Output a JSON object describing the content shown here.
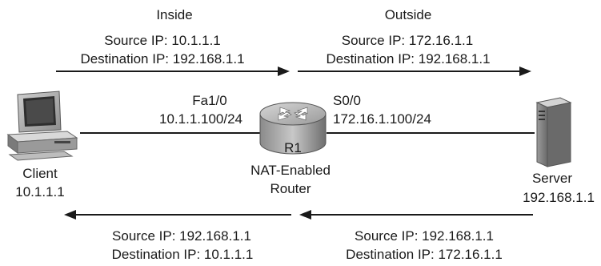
{
  "inside": {
    "heading": "Inside",
    "source": "Source IP: 10.1.1.1",
    "destination": "Destination IP: 192.168.1.1"
  },
  "outside": {
    "heading": "Outside",
    "source": "Source IP: 172.16.1.1",
    "destination": "Destination IP: 192.168.1.1"
  },
  "router": {
    "label": "R1",
    "caption_line1": "NAT-Enabled",
    "caption_line2": "Router",
    "inside_interface": "Fa1/0",
    "inside_address": "10.1.1.100/24",
    "outside_interface": "S0/0",
    "outside_address": "172.16.1.100/24"
  },
  "client": {
    "name": "Client",
    "ip": "10.1.1.1"
  },
  "server": {
    "name": "Server",
    "ip": "192.168.1.1"
  },
  "return_outside": {
    "source": "Source IP: 192.168.1.1",
    "destination": "Destination IP: 172.16.1.1"
  },
  "return_inside": {
    "source": "Source IP: 192.168.1.1",
    "destination": "Destination IP: 10.1.1.1"
  }
}
